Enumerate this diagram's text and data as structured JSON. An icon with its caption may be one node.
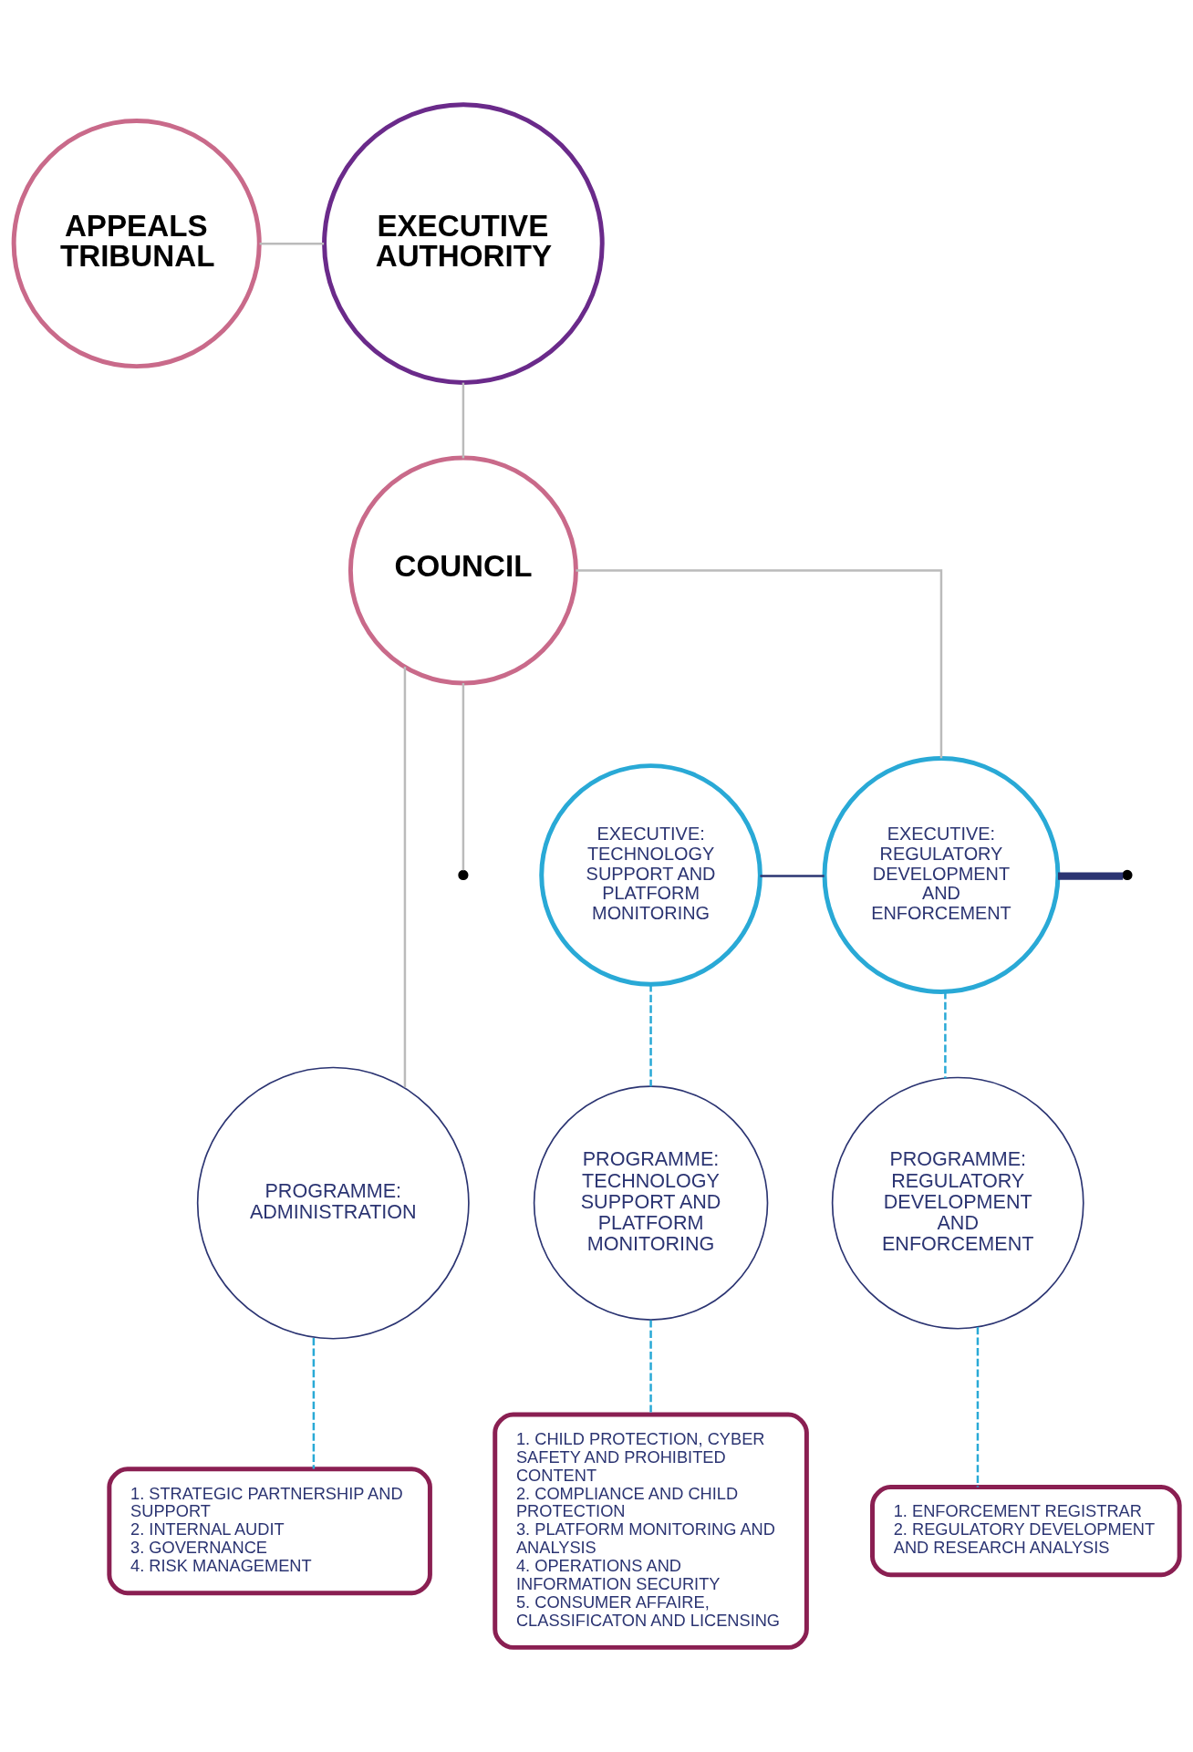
{
  "diagram": {
    "nodes": [
      {
        "text": [
          "EXECUTIVE AUTHORITY"
        ]
      },
      {
        "text": [
          "APPEALS TRIBUNAL"
        ]
      },
      {
        "text": [
          "COUNCIL"
        ]
      },
      {
        "text": [
          "EXECUTIVE: TECHNOLOGY SUPPORT AND PLATFORM MONITORING"
        ]
      },
      {
        "text": [
          "EXECUTIVE: REGULATORY DEVELOPMENT AND ENFORCEMENT"
        ]
      },
      {
        "text": [
          "PROGRAMME: ADMINISTRATION"
        ]
      },
      {
        "text": [
          "PROGRAMME: TECHNOLOGY SUPPORT AND PLATFORM MONITORING"
        ]
      },
      {
        "text": [
          "PROGRAMME: REGULATORY DEVELOPMENT AND ENFORCEMENT"
        ]
      },
      {
        "text": [
          "1. STRATEGIC PARTNERSHIP AND SUPPORT",
          "2. INTERNAL AUDIT",
          "3. GOVERNANCE",
          "4. RISK MANAGEMENT"
        ]
      },
      {
        "text": [
          "1. CHILD PROTECTION, CYBER SAFETY AND PROHIBITED CONTENT",
          "2. COMPLIANCE AND CHILD PROTECTION",
          "3. PLATFORM MONITORING AND ANALYSIS",
          "4. OPERATIONS AND INFORMATION SECURITY",
          "5. CONSUMER AFFAIRE, CLASSIFICATON AND LICENSING"
        ]
      },
      {
        "text": [
          "1. ENFORCEMENT REGISTRAR",
          "2. REGULATORY DEVELOPMENT AND RESEARCH ANALYSIS"
        ]
      }
    ],
    "edges": [
      {
        "from": 0,
        "to": 2,
        "arrow": "none"
      },
      {
        "from": 1,
        "to": 0,
        "arrow": "none"
      },
      {
        "from": 2,
        "to": null,
        "arrow": "none"
      },
      {
        "from": 2,
        "to": 5,
        "arrow": "none"
      },
      {
        "from": 2,
        "to": 4,
        "arrow": "none"
      },
      {
        "from": 3,
        "to": 4,
        "arrow": "none",
        "color": "#2b3472"
      },
      {
        "from": 4,
        "to": null,
        "arrow": "none",
        "style": "thick",
        "color": "#2b3472"
      },
      {
        "from": 3,
        "to": 6,
        "arrow": "none",
        "style": "dashed",
        "color": "#29a9d6"
      },
      {
        "from": 4,
        "to": 7,
        "arrow": "none",
        "style": "dashed",
        "color": "#29a9d6"
      },
      {
        "from": 5,
        "to": 8,
        "arrow": "none",
        "style": "dashed",
        "color": "#29a9d6"
      },
      {
        "from": 6,
        "to": 9,
        "arrow": "none",
        "style": "dashed",
        "color": "#29a9d6"
      },
      {
        "from": 7,
        "to": 10,
        "arrow": "none",
        "style": "dashed",
        "color": "#29a9d6"
      }
    ]
  }
}
